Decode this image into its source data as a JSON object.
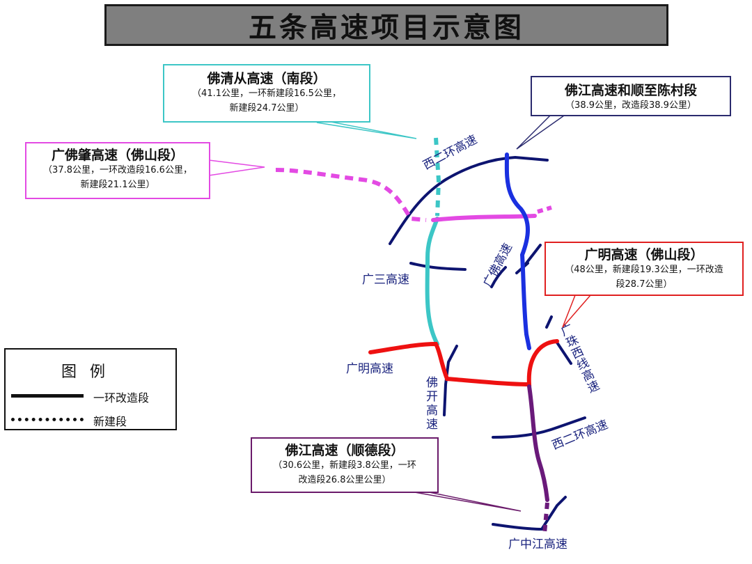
{
  "title": "五条高速项目示意图",
  "colors": {
    "existing_road": "#0d1470",
    "foqingcong": "#3cc6c6",
    "guangfozhao": "#e34ae3",
    "fojiang_heshun": "#1a30e0",
    "guangming": "#ee1111",
    "fojiang_shunde": "#6a1a7a"
  },
  "callouts": {
    "foqingcong": {
      "title": "佛清从高速（南段）",
      "detail1": "（41.1公里，一环新建段16.5公里，",
      "detail2": "新建段24.7公里）"
    },
    "guangfozhao": {
      "title": "广佛肇高速（佛山段）",
      "detail1": "（37.8公里，一环改造段16.6公里，",
      "detail2": "新建段21.1公里）"
    },
    "fojiang_heshun": {
      "title": "佛江高速和顺至陈村段",
      "detail1": "（38.9公里，改造段38.9公里）"
    },
    "guangming": {
      "title": "广明高速（佛山段）",
      "detail1": "（48公里，新建段19.3公里，一环改造",
      "detail2": "段28.7公里）"
    },
    "fojiang_shunde": {
      "title": "佛江高速（顺德段）",
      "detail1": "（30.6公里，新建段3.8公里，一环",
      "detail2": "改造段26.8公里公里）"
    }
  },
  "road_labels": {
    "xierhuan_top": "西二环高速",
    "guangsan": "广三高速",
    "guangfo": "广佛高速",
    "guangming": "广明高速",
    "fokai": "佛开高速",
    "guangzhu_west": "广珠西线高速",
    "xierhuan_bottom": "西二环高速",
    "guangzhongjiang": "广中江高速"
  },
  "legend": {
    "title": "图 例",
    "solid_label": "一环改造段",
    "dotted_label": "新建段"
  }
}
